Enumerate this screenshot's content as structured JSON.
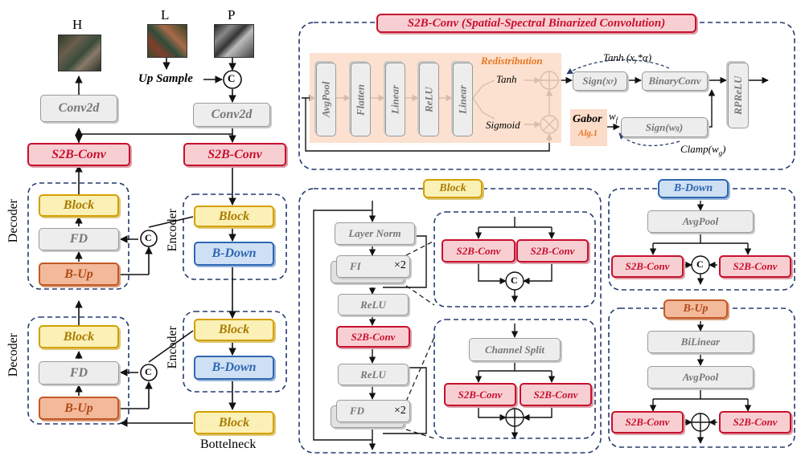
{
  "left": {
    "img_h": "H",
    "img_l": "L",
    "img_p": "P",
    "up_sample": "Up Sample",
    "conv2d_left": "Conv2d",
    "conv2d_right": "Conv2d",
    "s2b_left": "S2B-Conv",
    "s2b_right": "S2B-Conv",
    "decoder1": "Decoder",
    "decoder2": "Decoder",
    "encoder1": "Encoder",
    "encoder2": "Encoder",
    "dec1_block": "Block",
    "dec1_fd": "FD",
    "dec1_bup": "B-Up",
    "enc1_block": "Block",
    "enc1_bdown": "B-Down",
    "dec2_block": "Block",
    "dec2_fd": "FD",
    "dec2_bup": "B-Up",
    "enc2_block": "Block",
    "enc2_bdown": "B-Down",
    "bottleneck_block": "Block",
    "bottleneck": "Bottelneck",
    "concat": "C"
  },
  "s2b": {
    "title": "S2B-Conv (Spatial-Spectral Binarized Convolution)",
    "avgpool": "AvgPool",
    "flatten": "Flatten",
    "linear1": "Linear",
    "relu": "ReLU",
    "linear2": "Linear",
    "redistribution": "Redistribution",
    "tanh": "Tanh",
    "sigmoid": "Sigmoid",
    "tanh_expr_main": "Tanh (x",
    "tanh_expr_sub": "r",
    "tanh_expr_rest": "*α)",
    "sign_xr_main": "Sign(x",
    "sign_xr_sub": "r",
    "sign_xr_rest": ")",
    "binaryconv": "BinaryConv",
    "rprelu": "RPReLU",
    "gabor": "Gabor",
    "alg": "Alg.1",
    "wf_main": "w",
    "wf_sub": "f",
    "sign_wg_main": "Sign(w",
    "sign_wg_sub": "g",
    "sign_wg_rest": ")",
    "clamp_main": "Clamp(w",
    "clamp_sub": "g",
    "clamp_rest": ")"
  },
  "block": {
    "title": "Block",
    "layer_norm": "Layer Norm",
    "fi": "FI",
    "times2_a": "×2",
    "relu1": "ReLU",
    "s2b": "S2B-Conv",
    "relu2": "ReLU",
    "fd": "FD",
    "times2_b": "×2",
    "fi_s2b_left": "S2B-Conv",
    "fi_s2b_right": "S2B-Conv",
    "fi_concat": "C",
    "channel_split": "Channel Split",
    "fd_s2b_left": "S2B-Conv",
    "fd_s2b_right": "S2B-Conv"
  },
  "bdown": {
    "title": "B-Down",
    "avgpool": "AvgPool",
    "s2b_left": "S2B-Conv",
    "s2b_right": "S2B-Conv",
    "concat": "C"
  },
  "bup": {
    "title": "B-Up",
    "bilinear": "BiLinear",
    "avgpool": "AvgPool",
    "s2b_left": "S2B-Conv",
    "s2b_right": "S2B-Conv"
  }
}
